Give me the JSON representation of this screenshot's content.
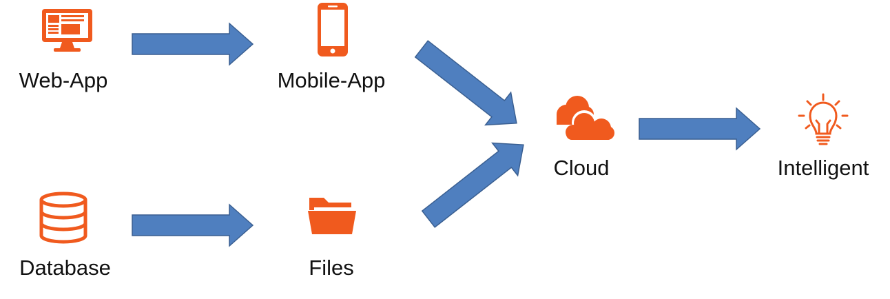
{
  "colors": {
    "icon": "#f05a1e",
    "arrow_fill": "#4f7fbf",
    "arrow_stroke": "#3a5f91",
    "text": "#111111"
  },
  "nodes": {
    "web_app": {
      "label": "Web-App",
      "icon": "monitor-icon"
    },
    "mobile_app": {
      "label": "Mobile-App",
      "icon": "smartphone-icon"
    },
    "database": {
      "label": "Database",
      "icon": "database-icon"
    },
    "files": {
      "label": "Files",
      "icon": "folder-icon"
    },
    "cloud": {
      "label": "Cloud",
      "icon": "cloud-icon"
    },
    "intelligent": {
      "label": "Intelligent",
      "icon": "lightbulb-icon"
    }
  },
  "edges": [
    {
      "from": "Web-App",
      "to": "Mobile-App"
    },
    {
      "from": "Database",
      "to": "Files"
    },
    {
      "from": "Mobile-App",
      "to": "Cloud"
    },
    {
      "from": "Files",
      "to": "Cloud"
    },
    {
      "from": "Cloud",
      "to": "Intelligent"
    }
  ]
}
